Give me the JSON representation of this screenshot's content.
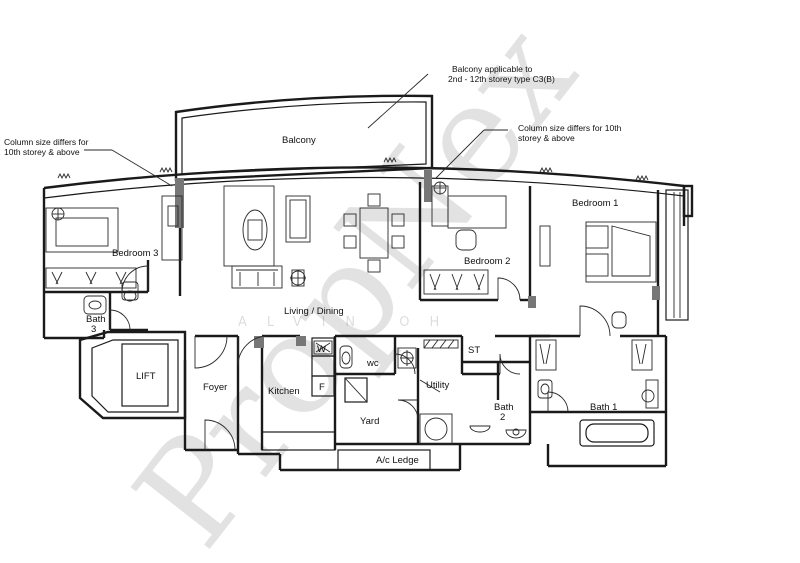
{
  "annotations": {
    "balcony_note": [
      "Balcony applicable to",
      "2nd - 12th storey type C3(B)"
    ],
    "column_note_left": [
      "Column size differs for",
      "10th storey & above"
    ],
    "column_note_right": [
      "Column size differs for 10th",
      "storey & above"
    ]
  },
  "rooms": {
    "balcony": "Balcony",
    "bedroom_3": "Bedroom 3",
    "bath_3": [
      "Bath",
      "3"
    ],
    "bedroom_2": "Bedroom 2",
    "bedroom_1": "Bedroom 1",
    "living_dining": "Living / Dining",
    "lift": "LIFT",
    "foyer": "Foyer",
    "kitchen": "Kitchen",
    "w": "W",
    "f": "F",
    "wc": "wc",
    "utility": "Utility",
    "yard": "Yard",
    "st": "ST",
    "bath_2": [
      "Bath",
      "2"
    ],
    "bath_1": "Bath 1",
    "ac_ledge": "A/c Ledge"
  },
  "watermark": {
    "brand": "PropNex",
    "agent": "ALVIN OH"
  }
}
